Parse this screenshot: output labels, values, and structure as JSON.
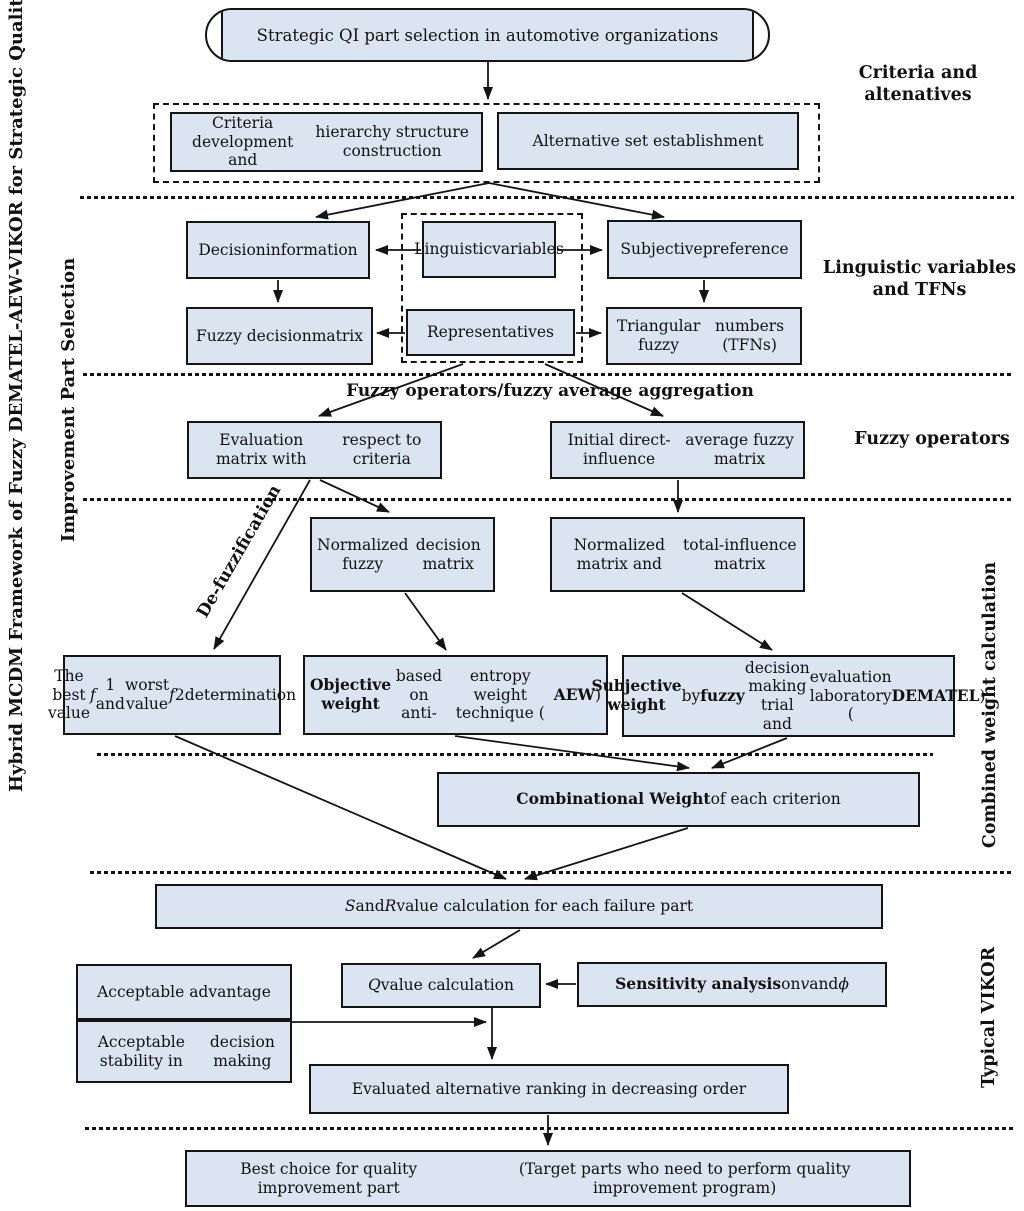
{
  "colors": {
    "box_fill": "#dbe5f1",
    "line": "#141414",
    "background": "#ffffff"
  },
  "side_title": [
    {
      "t": "Hybrid MCDM Framework of Fuzzy DEMATEL-AEW-VIKOR for Strategic Quality"
    },
    {
      "br": true
    },
    {
      "t": "Improvement Part Selection"
    }
  ],
  "section_labels": {
    "criteria_and_alternatives": [
      {
        "t": "Criteria and"
      },
      {
        "br": true
      },
      {
        "t": "altenatives"
      }
    ],
    "linguistic_tfns": [
      {
        "t": "Linguistic variables"
      },
      {
        "br": true
      },
      {
        "t": "and TFNs"
      }
    ],
    "fuzzy_operators": [
      {
        "t": "Fuzzy operators"
      }
    ],
    "combined_weight": [
      {
        "t": "Combined weight calculation"
      }
    ],
    "typical_vikor": [
      {
        "t": "Typical VIKOR"
      }
    ]
  },
  "floating_labels": {
    "aggregation": [
      {
        "t": "Fuzzy operators/fuzzy average aggregation"
      }
    ],
    "defuzzification": [
      {
        "t": "De-fuzzification"
      }
    ]
  },
  "boxes": {
    "start": [
      {
        "t": "Strategic QI part selection in automotive organizations"
      }
    ],
    "criteria_dev": [
      {
        "t": "Criteria development and"
      },
      {
        "br": true
      },
      {
        "t": "hierarchy structure construction"
      }
    ],
    "alt_set": [
      {
        "t": "Alternative set establishment"
      }
    ],
    "decision_info": [
      {
        "t": "Decision"
      },
      {
        "br": true
      },
      {
        "t": "information"
      }
    ],
    "linguistic_vars": [
      {
        "t": "Linguistic"
      },
      {
        "br": true
      },
      {
        "t": "variables"
      }
    ],
    "subjective_pref": [
      {
        "t": "Subjective"
      },
      {
        "br": true
      },
      {
        "t": "preference"
      }
    ],
    "fuzzy_matrix": [
      {
        "t": "Fuzzy decision"
      },
      {
        "br": true
      },
      {
        "t": "matrix"
      }
    ],
    "representatives": [
      {
        "t": "Representatives"
      }
    ],
    "tfns": [
      {
        "t": "Triangular fuzzy"
      },
      {
        "br": true
      },
      {
        "t": "numbers (TFNs)"
      }
    ],
    "eval_matrix": [
      {
        "t": "Evaluation matrix with"
      },
      {
        "br": true
      },
      {
        "t": "respect to criteria"
      }
    ],
    "initial_matrix": [
      {
        "t": "Initial direct-influence"
      },
      {
        "br": true
      },
      {
        "t": "average fuzzy matrix"
      }
    ],
    "norm_fuzzy": [
      {
        "t": "Normalized fuzzy"
      },
      {
        "br": true
      },
      {
        "t": "decision matrix"
      }
    ],
    "norm_total": [
      {
        "t": "Normalized matrix and"
      },
      {
        "br": true
      },
      {
        "t": "total-influence matrix"
      }
    ],
    "best_worst": [
      {
        "t": "The best value "
      },
      {
        "t": "f",
        "i": true
      },
      {
        "t": "1 and"
      },
      {
        "br": true
      },
      {
        "t": "worst value "
      },
      {
        "t": "f",
        "i": true
      },
      {
        "t": "2"
      },
      {
        "br": true
      },
      {
        "t": "determination"
      }
    ],
    "objective_weight": [
      {
        "t": "Objective weight",
        "b": true
      },
      {
        "t": " based on anti-"
      },
      {
        "br": true
      },
      {
        "t": "entropy weight technique ("
      },
      {
        "t": "AEW",
        "b": true
      },
      {
        "t": ")"
      }
    ],
    "subjective_weight": [
      {
        "t": "Subjective weight",
        "b": true
      },
      {
        "t": " by "
      },
      {
        "t": "fuzzy",
        "b": true
      },
      {
        "br": true
      },
      {
        "t": "decision making trial and"
      },
      {
        "br": true
      },
      {
        "t": "evaluation laboratory ("
      },
      {
        "t": "DEMATEL",
        "b": true
      },
      {
        "t": ")"
      }
    ],
    "comb_weight": [
      {
        "t": "Combinational Weight",
        "b": true
      },
      {
        "t": " of each criterion"
      }
    ],
    "s_r": [
      {
        "t": "S",
        "i": true
      },
      {
        "t": " and "
      },
      {
        "t": "R",
        "i": true
      },
      {
        "t": " value calculation for each failure part"
      }
    ],
    "q_calc": [
      {
        "t": "Q",
        "i": true
      },
      {
        "t": " value calculation"
      }
    ],
    "sensitivity": [
      {
        "t": "Sensitivity analysis",
        "b": true
      },
      {
        "t": " on "
      },
      {
        "t": "v",
        "i": true
      },
      {
        "t": " and "
      },
      {
        "t": "ϕ",
        "i": true
      }
    ],
    "accept_adv": [
      {
        "t": "Acceptable advantage"
      }
    ],
    "accept_stab": [
      {
        "t": "Acceptable stability in"
      },
      {
        "br": true
      },
      {
        "t": "decision making"
      }
    ],
    "evaluated": [
      {
        "t": "Evaluated alternative ranking in decreasing order"
      }
    ],
    "best_choice": [
      {
        "t": "Best choice for quality improvement part"
      },
      {
        "br": true
      },
      {
        "t": "(Target parts who need to perform quality improvement program)"
      }
    ]
  }
}
